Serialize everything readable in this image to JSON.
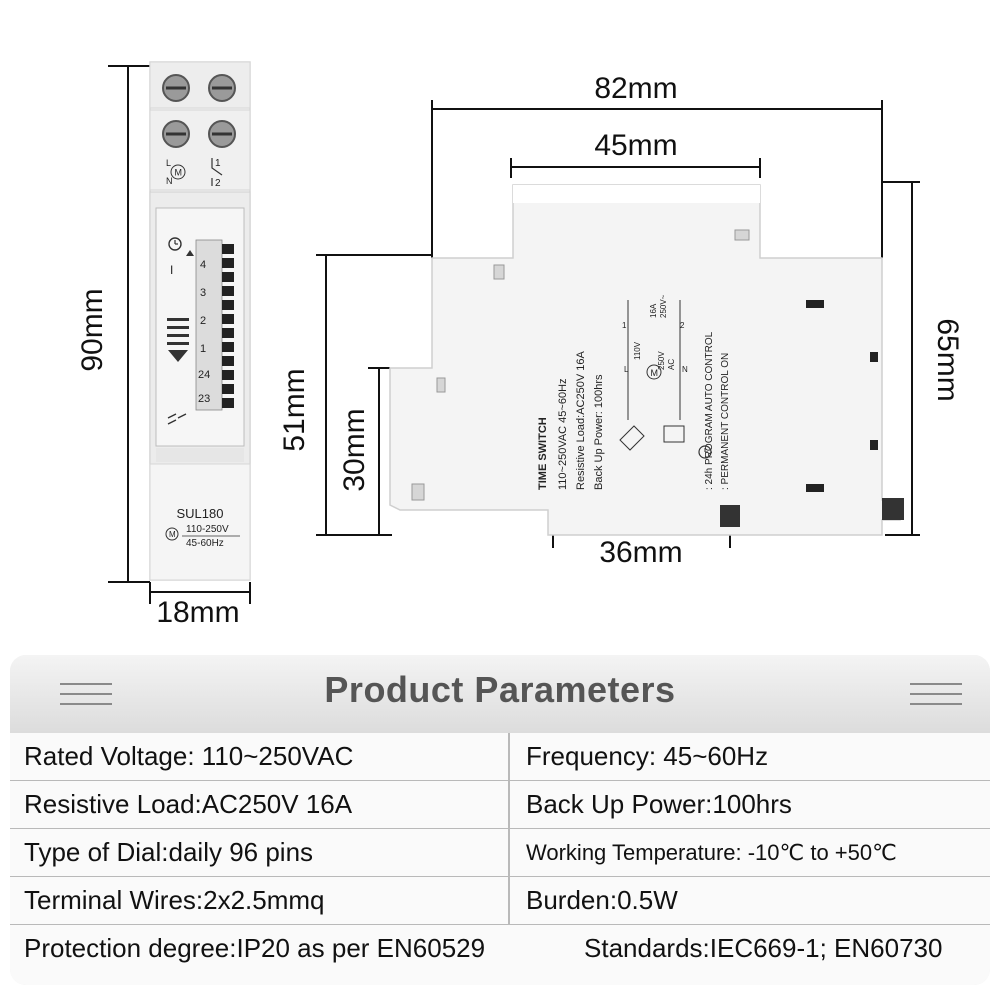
{
  "dimensions": {
    "front_height": "90mm",
    "front_width": "18mm",
    "side_width": "82mm",
    "top_width": "45mm",
    "right_height": "65mm",
    "left_height": "51mm",
    "inner_height": "30mm",
    "bottom_width": "36mm"
  },
  "front_device": {
    "model": "SUL180",
    "voltage": "110-250V",
    "frequency": "45-60Hz",
    "terminal_left_top": "L",
    "terminal_left_bottom": "N",
    "terminal_right_top": "1",
    "terminal_right_bottom": "2",
    "motor_symbol": "M",
    "dial_numbers": [
      "4",
      "3",
      "2",
      "1",
      "24",
      "23"
    ],
    "switch_mark": "I"
  },
  "side_device": {
    "title": "TIME SWITCH",
    "spec_1": "110~250VAC  45~60Hz",
    "spec_2": "Resistive Load:AC250V  16A",
    "spec_3": "Back Up Power: 100hrs",
    "legend_1": ": 24h PROGRAM AUTO CONTROL",
    "legend_2": ": PERMANENT CONTROL ON",
    "wiring_voltage": "110V",
    "wiring_load_1": "16A",
    "wiring_load_2": "250V~",
    "wiring_motor": "M",
    "wiring_ac": "250V",
    "wiring_ac2": "AC",
    "wiring_l": "L",
    "wiring_n": "N",
    "wiring_1": "1",
    "wiring_2": "2"
  },
  "params": {
    "title": "Product Parameters",
    "rows": [
      {
        "left": "Rated Voltage: 110~250VAC",
        "right": "Frequency: 45~60Hz"
      },
      {
        "left": "Resistive Load:AC250V 16A",
        "right": "Back Up Power:100hrs"
      },
      {
        "left": "Type of Dial:daily 96 pins",
        "right": "Working Temperature: -10℃ to +50℃"
      },
      {
        "left": "Terminal Wires:2x2.5mmq",
        "right": "Burden:0.5W"
      }
    ],
    "footer_left": "Protection degree:IP20 as per EN60529",
    "footer_right": "Standards:IEC669-1; EN60730"
  }
}
